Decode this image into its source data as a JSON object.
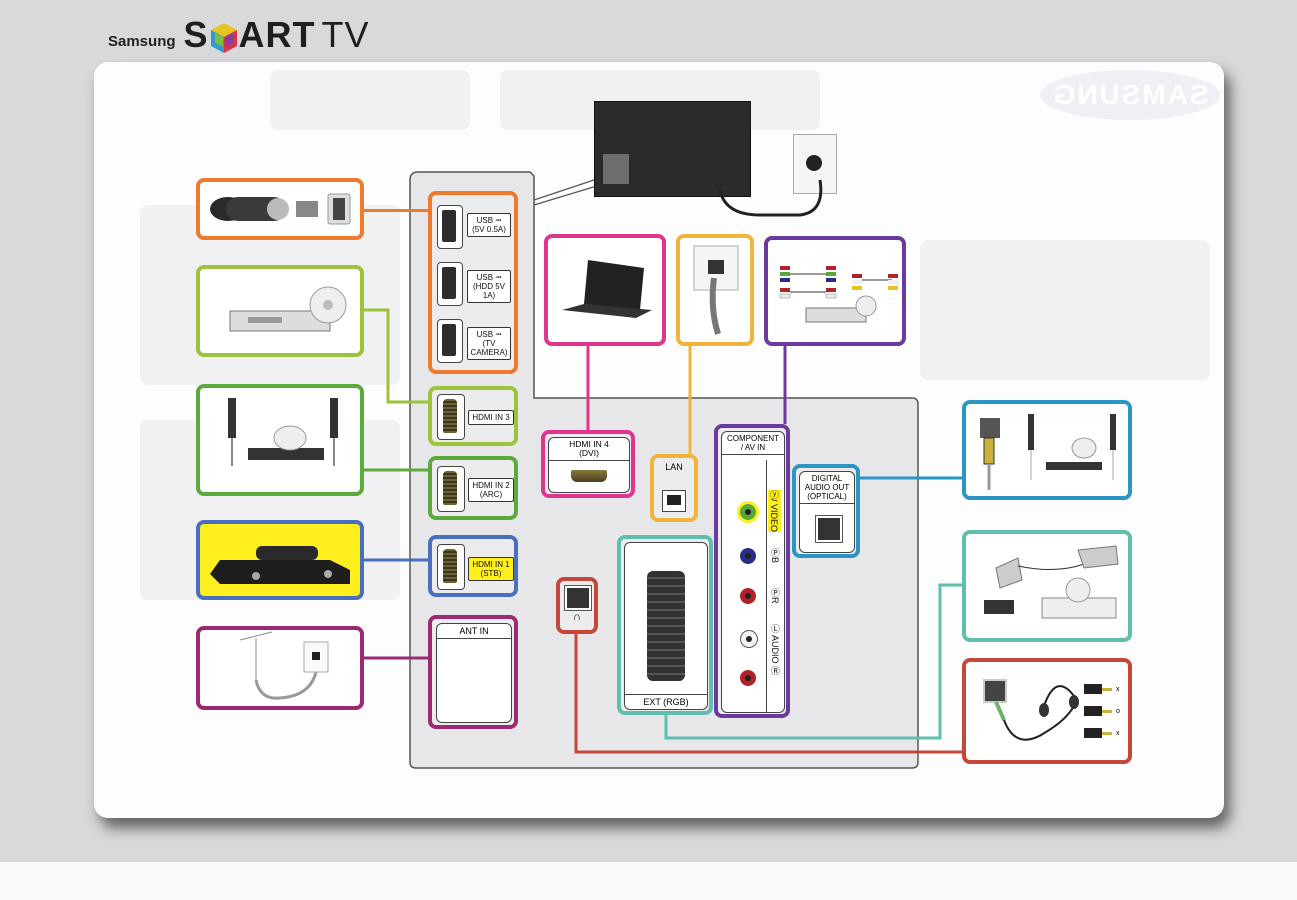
{
  "brand": {
    "maker": "Samsung",
    "product_prefix": "S",
    "product_middle": "ART",
    "product_suffix": "TV",
    "watermark": "SAMSUNG"
  },
  "colors": {
    "usb": "#ef7a2b",
    "hdmi3": "#9bc33c",
    "hdmi2": "#5aab3c",
    "hdmi1": "#4a6fbd",
    "ant": "#9c2a72",
    "hdmi4": "#e0358c",
    "lan": "#f0b43a",
    "component": "#6a3b9c",
    "optical": "#2b96c4",
    "scart": "#5ebfaf",
    "headphone": "#c4483a",
    "stb_fill": "#ffef1f"
  },
  "ports": {
    "usb": [
      {
        "label_line1": "USB ⭲",
        "label_line2": "(5V 0.5A)"
      },
      {
        "label_line1": "USB ⭲",
        "label_line2": "(HDD 5V 1A)"
      },
      {
        "label_line1": "USB ⭲",
        "label_line2": "(TV CAMERA)"
      }
    ],
    "hdmi3": {
      "label": "HDMI IN 3"
    },
    "hdmi2": {
      "label_line1": "HDMI IN 2",
      "label_line2": "(ARC)"
    },
    "hdmi1": {
      "label_line1": "HDMI IN 1",
      "label_line2": "(STB)"
    },
    "ant": {
      "label": "ANT IN"
    },
    "hdmi4": {
      "label_line1": "HDMI IN 4",
      "label_line2": "(DVI)"
    },
    "lan": {
      "label": "LAN"
    },
    "component": {
      "title_line1": "COMPONENT",
      "title_line2": "/ AV IN",
      "video_label": "ⓨ/ VIDEO",
      "pb_label": "ⓅB",
      "pr_label": "ⓅR",
      "audio_label": "Ⓛ AUDIO Ⓡ"
    },
    "optical": {
      "label_line1": "DIGITAL",
      "label_line2": "AUDIO OUT",
      "label_line3": "(OPTICAL)"
    },
    "scart": {
      "label": "EXT (RGB)"
    },
    "headphone": {
      "icon": "∩"
    }
  },
  "devices": {
    "usb_drive": "usb-flash-drive",
    "dvd_player": "dvd-player",
    "home_theater": "home-theater",
    "set_top_box": "set-top-box",
    "antenna": "antenna",
    "laptop": "laptop",
    "lan_wall": "lan-wall-socket",
    "component_av": "component-av-cables",
    "optical_theater": "optical-home-theater",
    "scart_devices": "scart-devices",
    "headphones": "headphones",
    "headphone_jacks": [
      "x",
      "o",
      "x"
    ]
  }
}
